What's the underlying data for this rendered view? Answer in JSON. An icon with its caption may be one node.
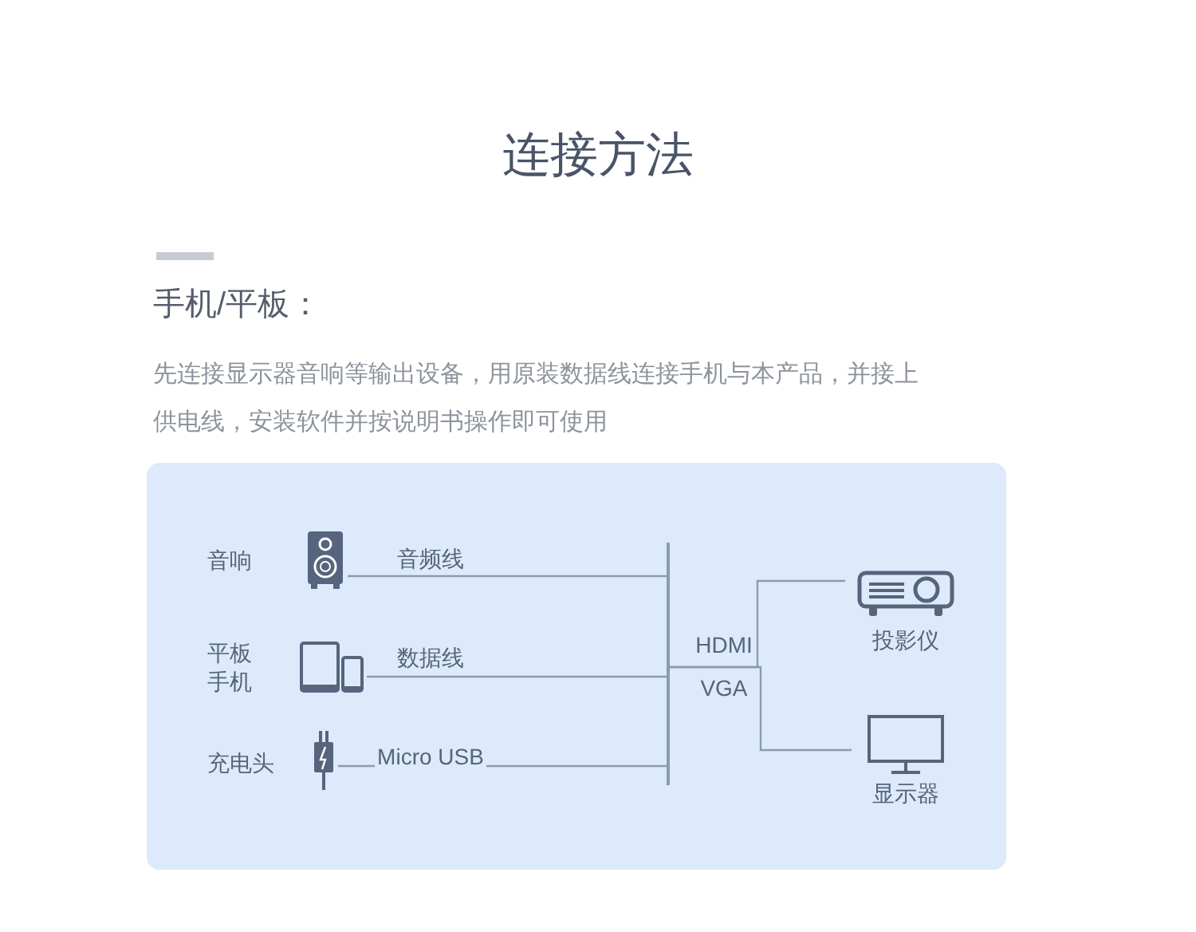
{
  "diagram": {
    "title": "连接方法",
    "nodes": [
      {
        "text": [
          "音响"
        ]
      },
      {
        "text": [
          "平板",
          "手机"
        ]
      },
      {
        "text": [
          "充电头"
        ]
      },
      {
        "text": [],
        "shape": "bar"
      },
      {
        "text": [
          "投影仪"
        ]
      },
      {
        "text": [
          "显示器"
        ]
      }
    ],
    "edges": [
      {
        "from": 0,
        "to": 3,
        "arrow": "none",
        "label": "音频线"
      },
      {
        "from": 1,
        "to": 3,
        "arrow": "none",
        "label": "数据线"
      },
      {
        "from": 2,
        "to": 3,
        "arrow": "none",
        "label": "Micro USB"
      },
      {
        "from": 3,
        "to": 4,
        "arrow": "none",
        "label": "HDMI"
      },
      {
        "from": 3,
        "to": 5,
        "arrow": "none",
        "label": "VGA"
      }
    ],
    "labels": [
      "手机/平板：",
      "先连接显示器音响等输出设备，用原装数据线连接手机与本产品，并接上供电线，安装软件并按说明书操作即可使用"
    ]
  }
}
